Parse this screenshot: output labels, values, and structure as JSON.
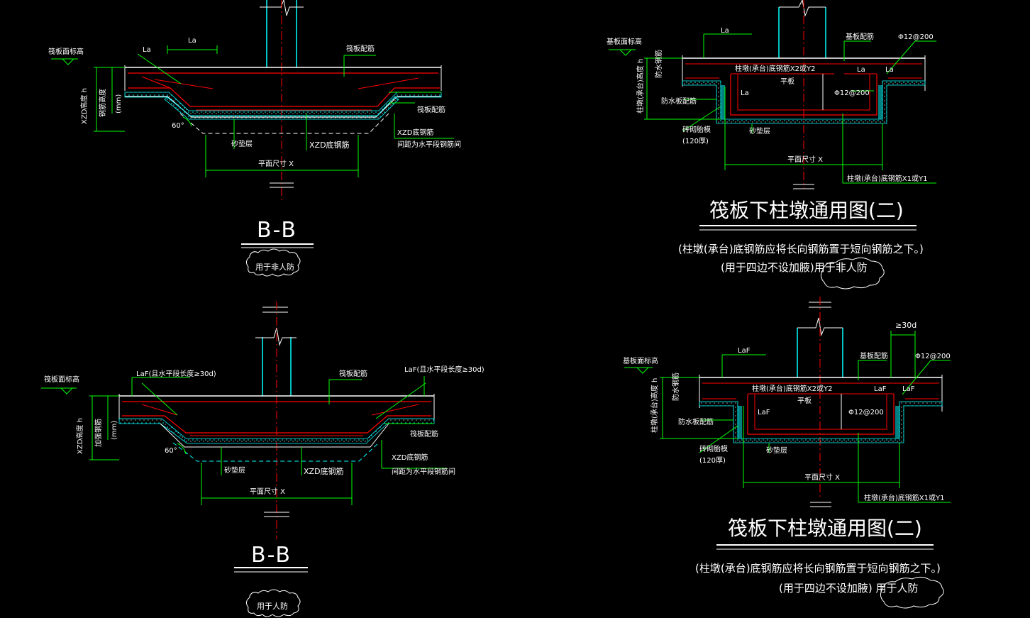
{
  "panels": {
    "tl": {
      "la_top": "La",
      "la_left": "La",
      "elev": "筏板面标高",
      "raft_rebar": "筏板配筋",
      "side_h": "XZD高度 h",
      "side_rebar": "钢筋高度",
      "side_mm": "(mm)",
      "angle": "60°",
      "bottom_rebar": "XZD底钢筋",
      "bottom_rebar_right": "XZD底钢筋",
      "right_note": "间距为水平段钢筋间",
      "raft_rebar_right": "筏板配筋",
      "cushion": "砂垫层",
      "dim": "平面尺寸 X",
      "section": "B-B",
      "usage": "用于非人防"
    },
    "bl": {
      "elev": "筏板面标高",
      "lof_left": "LaF(且水平段长度≥30d)",
      "lof_right": "LaF(且水平段长度≥30d)",
      "raft_rebar": "筏板配筋",
      "side_h": "XZD高度 h",
      "side_rebar": "加强钢筋",
      "side_mm": "(mm)",
      "angle": "60°",
      "raft_rebar_right": "筏板配筋",
      "bottom_rebar_right": "XZD底钢筋",
      "right_note": "间距为水平段钢筋间",
      "cushion": "砂垫层",
      "bottom_rebar": "XZD底钢筋",
      "dim": "平面尺寸 X",
      "section": "B-B",
      "usage": "用于人防"
    },
    "tr": {
      "elev": "基板面标高",
      "la1": "La",
      "la2": "La",
      "la3": "La",
      "la4": "La",
      "raft_rebar": "基板配筋",
      "phi_top": "Φ12@200",
      "phi_mid": "Φ12@200",
      "cap_rebar_x": "柱墩(承台)底钢筋X2或Y2",
      "flat": "平板",
      "side_h": "柱墩(承台)高度 h",
      "side_rebar": "防水钢筋",
      "waterproof": "防水板配筋",
      "brick": "砖砌胎模",
      "brick_mm": "(120厚)",
      "cushion": "砂垫层",
      "dim": "平面尺寸 X",
      "cap_rebar_y": "柱墩(承台)底钢筋X1或Y1",
      "title": "筏板下柱墩通用图(二)",
      "note1": "(柱墩(承台)底钢筋应将长向钢筋置于短向钢筋之下。)",
      "note2": "(用于四边不设加腋)用于非人防"
    },
    "br": {
      "elev": "基板面标高",
      "lof1": "LaF",
      "lof2": "LaF",
      "lof3": "LaF",
      "lof4": "LaF",
      "d30": "≥30d",
      "raft_rebar": "基板配筋",
      "phi_top": "Φ12@200",
      "phi_mid": "Φ12@200",
      "cap_rebar_x": "柱墩(承台)底钢筋X2或Y2",
      "flat": "平板",
      "side_h": "柱墩(承台)高度 h",
      "side_rebar": "防水钢筋",
      "waterproof": "防水板配筋",
      "brick": "砖砌胎模",
      "brick_mm": "(120厚)",
      "cushion": "砂垫层",
      "dim": "平面尺寸 X",
      "cap_rebar_y": "柱墩(承台)底钢筋X1或Y1",
      "title": "筏板下柱墩通用图(二)",
      "note1": "(柱墩(承台)底钢筋应将长向钢筋置于短向钢筋之下。)",
      "note2": "(用于四边不设加腋)  用于人防"
    }
  },
  "colors": {
    "background": "#000000",
    "white": "#ffffff",
    "green": "#00ff00",
    "red": "#ff0000",
    "cyan": "#00ffff",
    "yellow": "#ffff00"
  }
}
